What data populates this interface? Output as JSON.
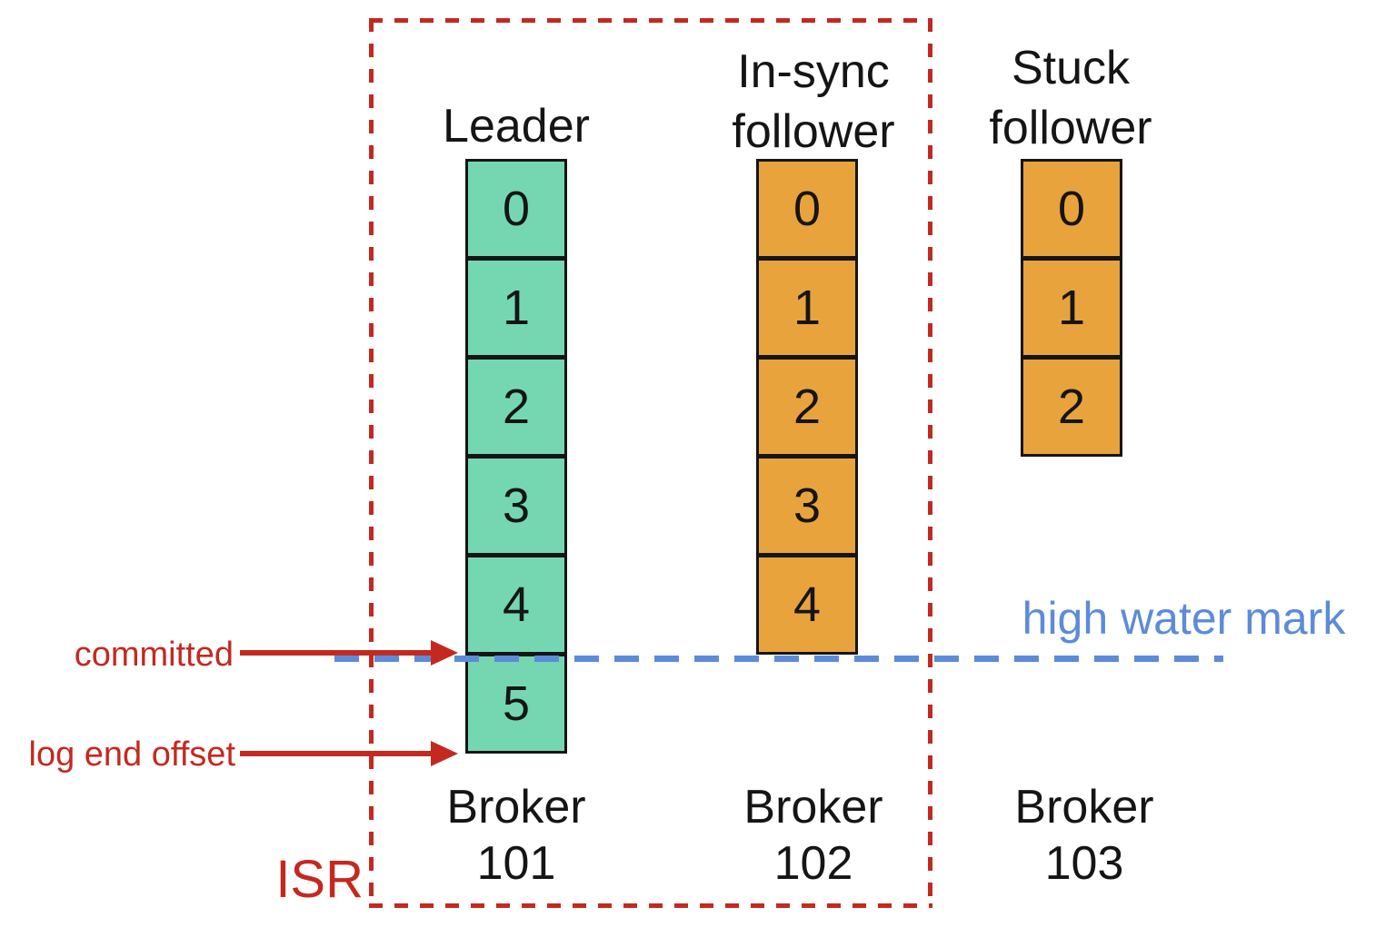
{
  "colors": {
    "teal": "#74d7b2",
    "orange": "#e8a33d",
    "red": "#c4291f",
    "blue": "#5c8bd9"
  },
  "columns": [
    {
      "name": "leader",
      "title_lines": [
        "Leader"
      ],
      "cells": [
        "0",
        "1",
        "2",
        "3",
        "4",
        "5"
      ],
      "fill": "teal",
      "broker_lines": [
        "Broker",
        "101"
      ]
    },
    {
      "name": "in-sync-follower",
      "title_lines": [
        "In-sync",
        "follower"
      ],
      "cells": [
        "0",
        "1",
        "2",
        "3",
        "4"
      ],
      "fill": "orange",
      "broker_lines": [
        "Broker",
        "102"
      ]
    },
    {
      "name": "stuck-follower",
      "title_lines": [
        "Stuck",
        "follower"
      ],
      "cells": [
        "0",
        "1",
        "2"
      ],
      "fill": "orange",
      "broker_lines": [
        "Broker",
        "103"
      ]
    }
  ],
  "annotations": {
    "isr": "ISR",
    "high_water_mark": "high water mark",
    "committed": "committed",
    "log_end_offset": "log end offset"
  }
}
